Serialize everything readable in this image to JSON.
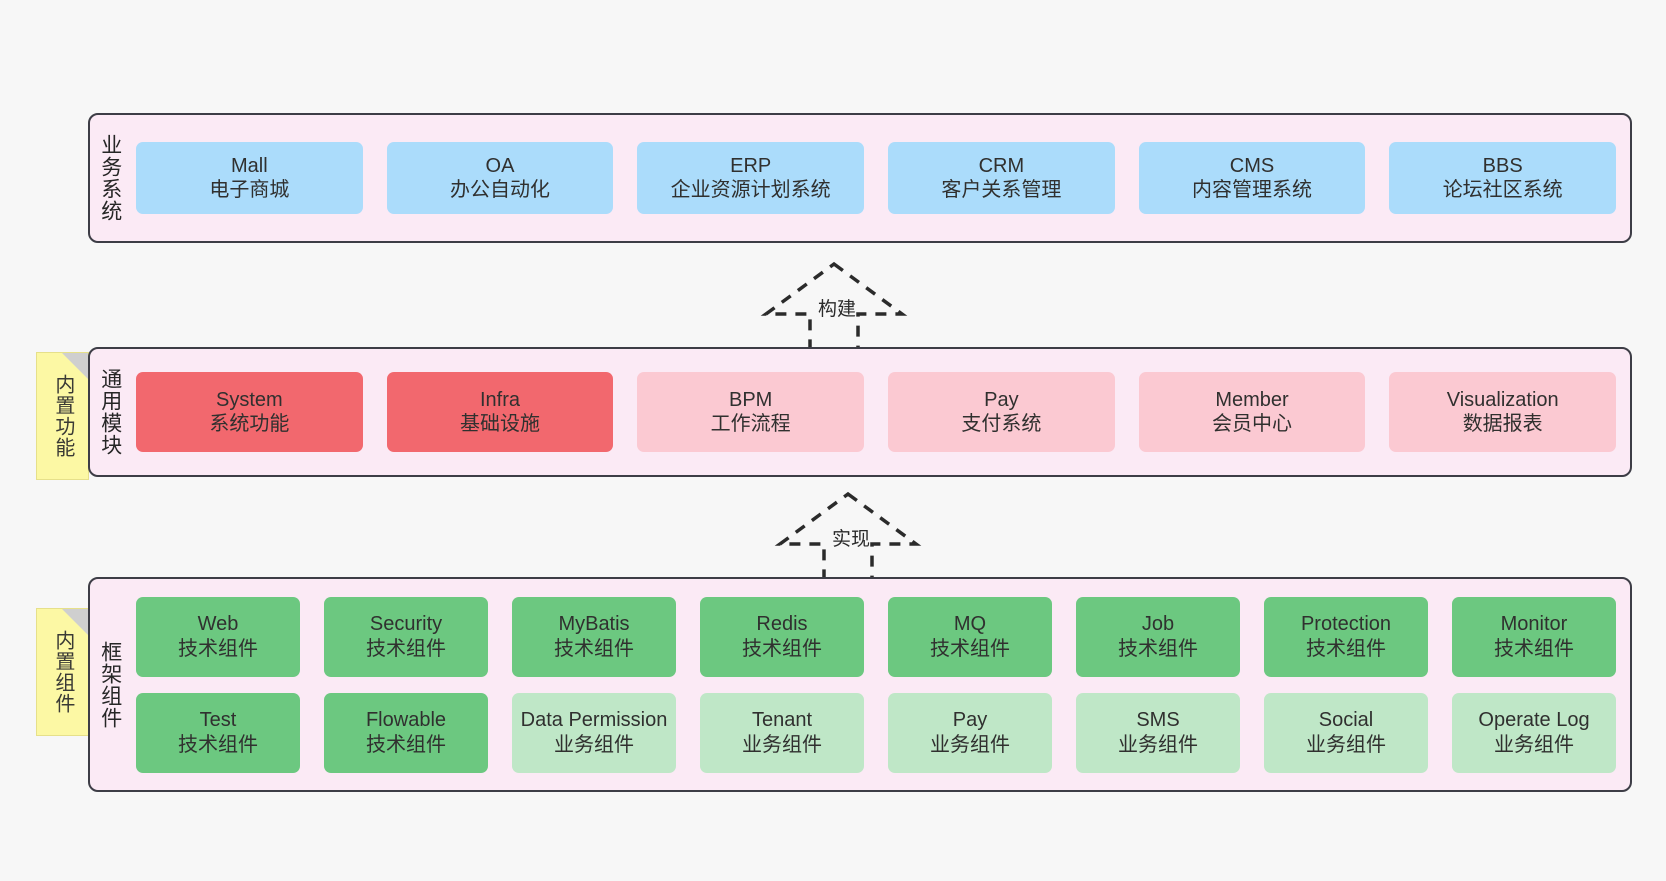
{
  "diagram": {
    "background_color": "#f7f7f7",
    "layer_fill": "#fbeaf5",
    "layer_border": "#3d3d46",
    "note_fill": "#fcf8a4"
  },
  "layers": [
    {
      "id": "business",
      "title": "业务系统",
      "color": "#abdcfb",
      "rows": [
        {
          "cards": [
            {
              "en": "Mall",
              "cn": "电子商城",
              "style": "c-blue"
            },
            {
              "en": "OA",
              "cn": "办公自动化",
              "style": "c-blue"
            },
            {
              "en": "ERP",
              "cn": "企业资源计划系统",
              "style": "c-blue"
            },
            {
              "en": "CRM",
              "cn": "客户关系管理",
              "style": "c-blue"
            },
            {
              "en": "CMS",
              "cn": "内容管理系统",
              "style": "c-blue"
            },
            {
              "en": "BBS",
              "cn": "论坛社区系统",
              "style": "c-blue"
            }
          ]
        }
      ]
    },
    {
      "id": "common",
      "title": "通用模块",
      "note": "内置功能",
      "rows": [
        {
          "cards": [
            {
              "en": "System",
              "cn": "系统功能",
              "style": "c-red"
            },
            {
              "en": "Infra",
              "cn": "基础设施",
              "style": "c-red"
            },
            {
              "en": "BPM",
              "cn": "工作流程",
              "style": "c-pink"
            },
            {
              "en": "Pay",
              "cn": "支付系统",
              "style": "c-pink"
            },
            {
              "en": "Member",
              "cn": "会员中心",
              "style": "c-pink"
            },
            {
              "en": "Visualization",
              "cn": "数据报表",
              "style": "c-pink"
            }
          ]
        }
      ]
    },
    {
      "id": "framework",
      "title": "框架组件",
      "note": "内置组件",
      "rows": [
        {
          "cards": [
            {
              "en": "Web",
              "cn": "技术组件",
              "style": "c-green"
            },
            {
              "en": "Security",
              "cn": "技术组件",
              "style": "c-green"
            },
            {
              "en": "MyBatis",
              "cn": "技术组件",
              "style": "c-green"
            },
            {
              "en": "Redis",
              "cn": "技术组件",
              "style": "c-green"
            },
            {
              "en": "MQ",
              "cn": "技术组件",
              "style": "c-green"
            },
            {
              "en": "Job",
              "cn": "技术组件",
              "style": "c-green"
            },
            {
              "en": "Protection",
              "cn": "技术组件",
              "style": "c-green"
            },
            {
              "en": "Monitor",
              "cn": "技术组件",
              "style": "c-green"
            }
          ]
        },
        {
          "cards": [
            {
              "en": "Test",
              "cn": "技术组件",
              "style": "c-green"
            },
            {
              "en": "Flowable",
              "cn": "技术组件",
              "style": "c-green"
            },
            {
              "en": "Data Permission",
              "cn": "业务组件",
              "style": "c-green-light"
            },
            {
              "en": "Tenant",
              "cn": "业务组件",
              "style": "c-green-light"
            },
            {
              "en": "Pay",
              "cn": "业务组件",
              "style": "c-green-light"
            },
            {
              "en": "SMS",
              "cn": "业务组件",
              "style": "c-green-light"
            },
            {
              "en": "Social",
              "cn": "业务组件",
              "style": "c-green-light"
            },
            {
              "en": "Operate Log",
              "cn": "业务组件",
              "style": "c-green-light"
            }
          ]
        }
      ]
    }
  ],
  "arrows": [
    {
      "id": "build",
      "label": "构建",
      "style": "dashed-hollow-up"
    },
    {
      "id": "realize",
      "label": "实现",
      "style": "dashed-hollow-up"
    }
  ]
}
